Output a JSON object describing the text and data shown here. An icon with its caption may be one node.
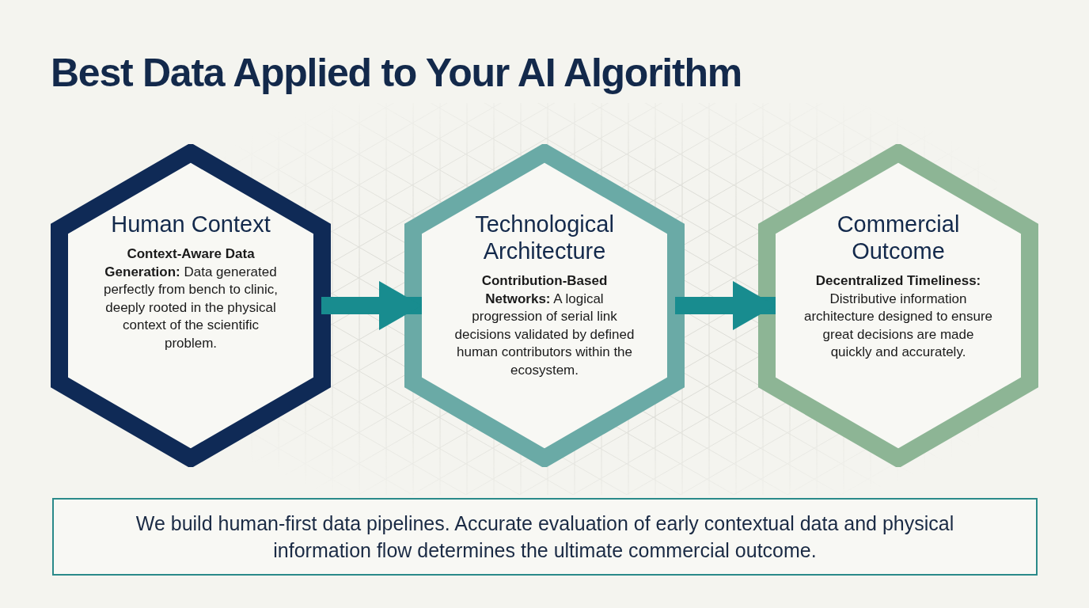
{
  "diagram": {
    "title": "Best Data Applied to Your AI Algorithm",
    "nodes": [
      {
        "text": [
          "Human Context",
          "**Context-Aware Data Generation:** Data generated perfectly from bench to clinic, deeply rooted in the physical context of the scientific problem."
        ]
      },
      {
        "text": [
          "Technological Architecture",
          "**Contribution-Based Networks:** A logical progression of serial link decisions validated by defined human contributors within the ecosystem."
        ]
      },
      {
        "text": [
          "Commercial Outcome",
          "**Decentralized Timeliness:** Distributive information architecture designed to ensure great decisions are made quickly and accurately."
        ]
      },
      {
        "text": [
          "We build human-first data pipelines. Accurate evaluation of early contextual data and physical information flow determines the ultimate commercial outcome."
        ]
      }
    ],
    "edges": [
      {
        "from": 0,
        "to": 1,
        "arrow": "to"
      },
      {
        "from": 1,
        "to": 2,
        "arrow": "to"
      }
    ]
  }
}
